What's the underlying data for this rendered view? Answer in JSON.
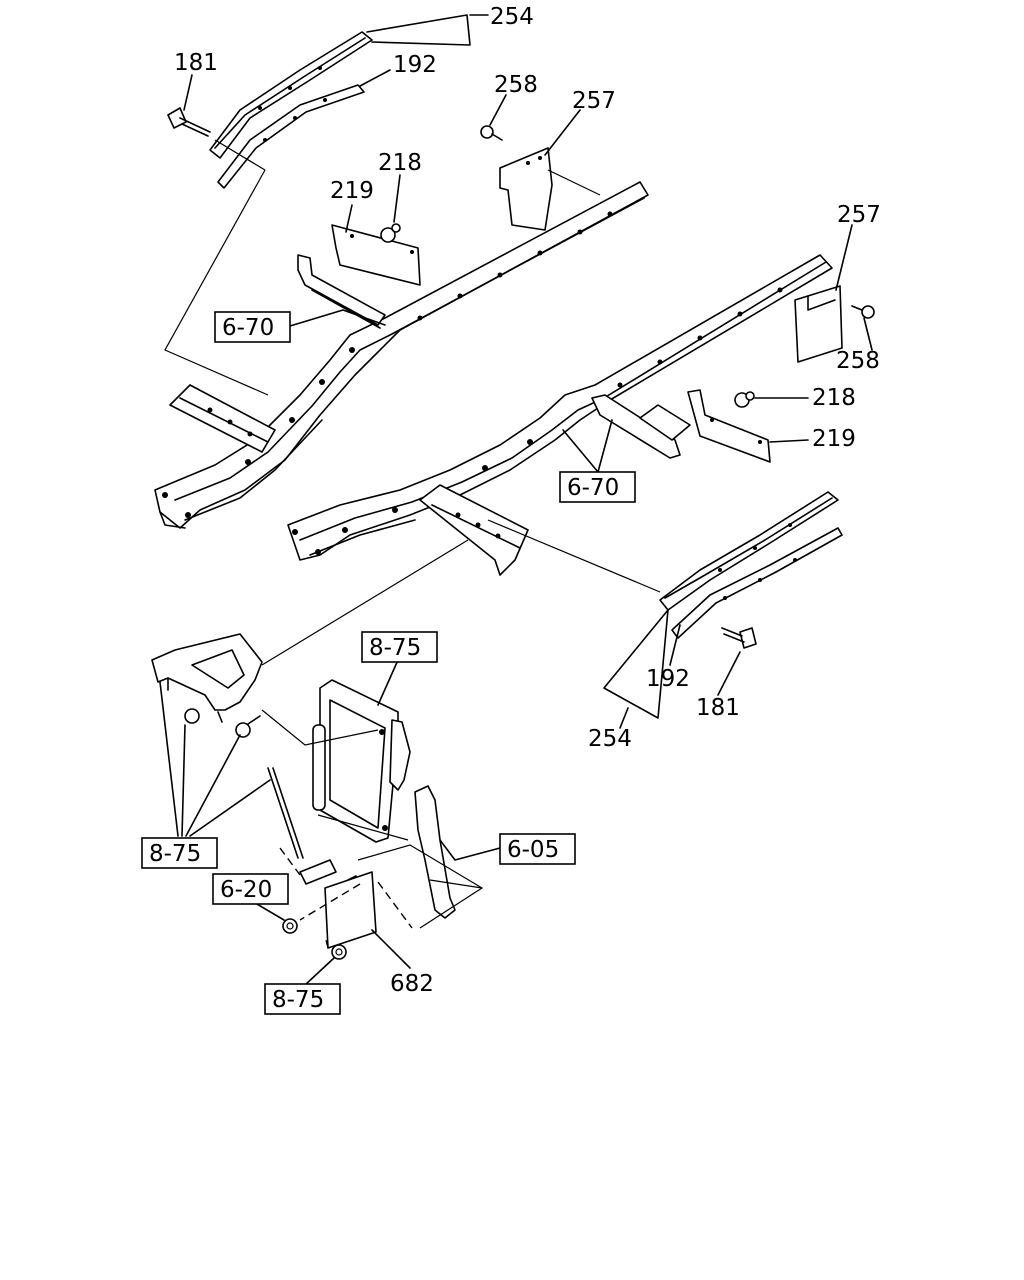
{
  "callouts": {
    "c254_top": "254",
    "c192_top": "192",
    "c181_top": "181",
    "c258_top": "258",
    "c257_top": "257",
    "c218_top": "218",
    "c219_top": "219",
    "c257_right": "257",
    "c258_right": "258",
    "c218_right": "218",
    "c219_right": "219",
    "c192_bottom": "192",
    "c181_bottom": "181",
    "c254_bottom": "254",
    "c682": "682"
  },
  "refs": {
    "r670_left": "6-70",
    "r670_right": "6-70",
    "r875_top": "8-75",
    "r875_left": "8-75",
    "r605": "6-05",
    "r620": "6-20",
    "r875_bottom": "8-75"
  }
}
